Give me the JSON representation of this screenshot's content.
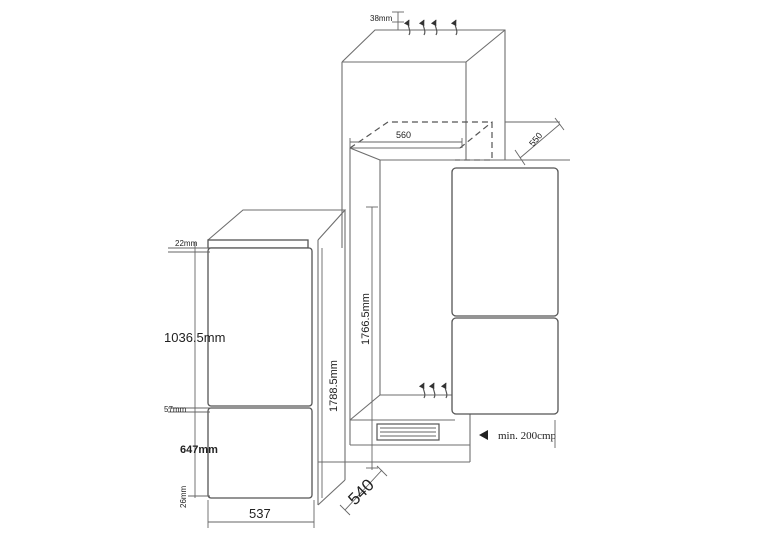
{
  "dimensions": {
    "top_gap": "38mm",
    "cabinet_width": "560",
    "cabinet_depth": "550",
    "cabinet_height": "1766.5mm",
    "appliance_height": "1788.5mm",
    "top_panel": "22mm",
    "fridge_door": "1036.5mm",
    "door_gap": "57mm",
    "freezer_door": "647mm",
    "bottom_gap": "26mm",
    "appliance_width": "537",
    "appliance_depth": "540",
    "ventilation": "min. 200cmp"
  }
}
